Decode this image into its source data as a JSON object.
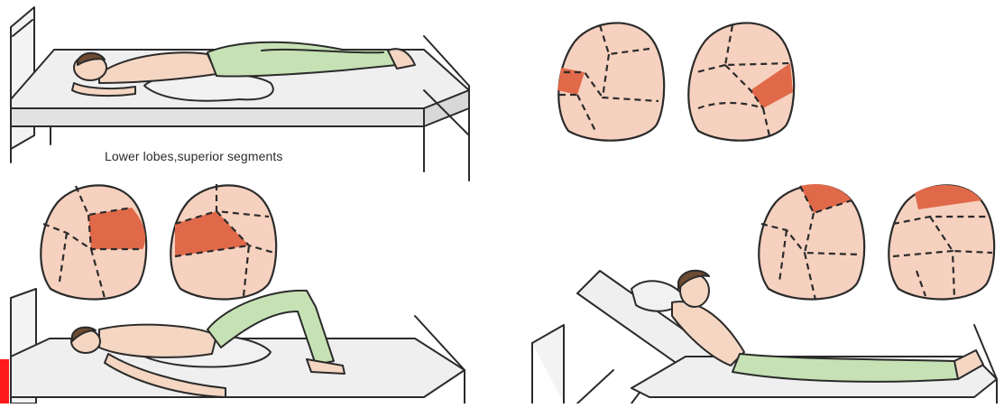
{
  "caption": "Lower lobes,superior segments",
  "colors": {
    "lung_fill": "#f6d1bf",
    "highlight": "#e0694a",
    "skin": "#f4d6c2",
    "pants": "#c6e2b4",
    "sheet": "#efefef",
    "outline": "#2b2b2b",
    "edge_mark": "#ff1a1a"
  },
  "panels": [
    {
      "id": "prone",
      "patient_position": "prone with pillow under hips",
      "highlight_segment": "superior segments, lower lobes"
    },
    {
      "id": "lateral-lung-views",
      "highlight_segment": "superior segment, lower lobe"
    },
    {
      "id": "supine-knees-flexed",
      "highlight_segment": "anterior segments"
    },
    {
      "id": "semi-reclined",
      "highlight_segment": "apical segments"
    }
  ]
}
